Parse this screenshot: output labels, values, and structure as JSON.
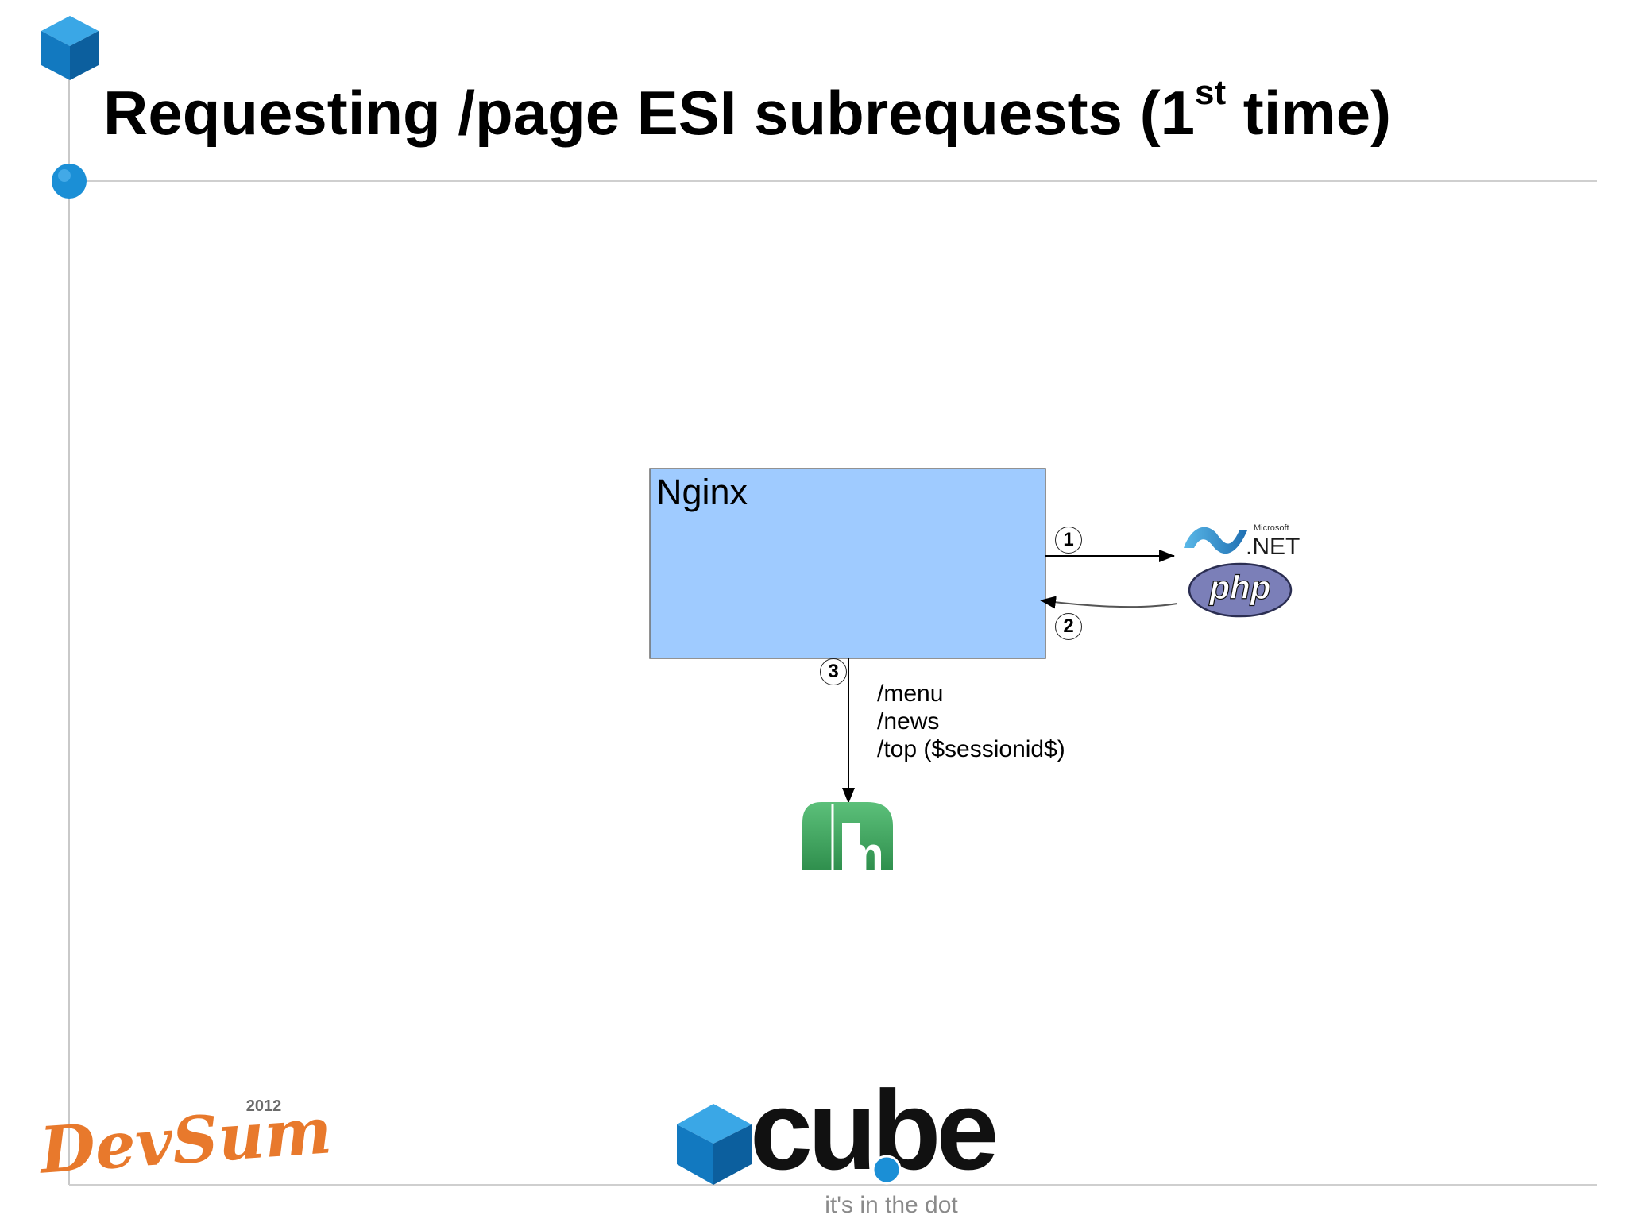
{
  "slide": {
    "title_main": "Requesting /page ESI subrequests (1",
    "title_sup": "st",
    "title_end": " time)"
  },
  "diagram": {
    "nginx_label": "Nginx",
    "steps": [
      "1",
      "2",
      "3"
    ],
    "subrequests": [
      "/menu",
      "/news",
      "/top ($sessionid$)"
    ],
    "box_color": "#9fcbff",
    "backends": {
      "dotnet_brand": "Microsoft",
      "dotnet_label": ".NET",
      "php_label": "php"
    },
    "cache_icon": "memcached-logo-icon"
  },
  "footer": {
    "devsum_year": "2012",
    "devsum_label": "DevSum",
    "cube_label": "cube",
    "tagline": "it's in the dot"
  },
  "colors": {
    "accent_blue": "#1b8fd6",
    "devsum_orange": "#e8792c",
    "php_purple": "#7b7fb8",
    "memcached_green": "#3a9e58"
  }
}
